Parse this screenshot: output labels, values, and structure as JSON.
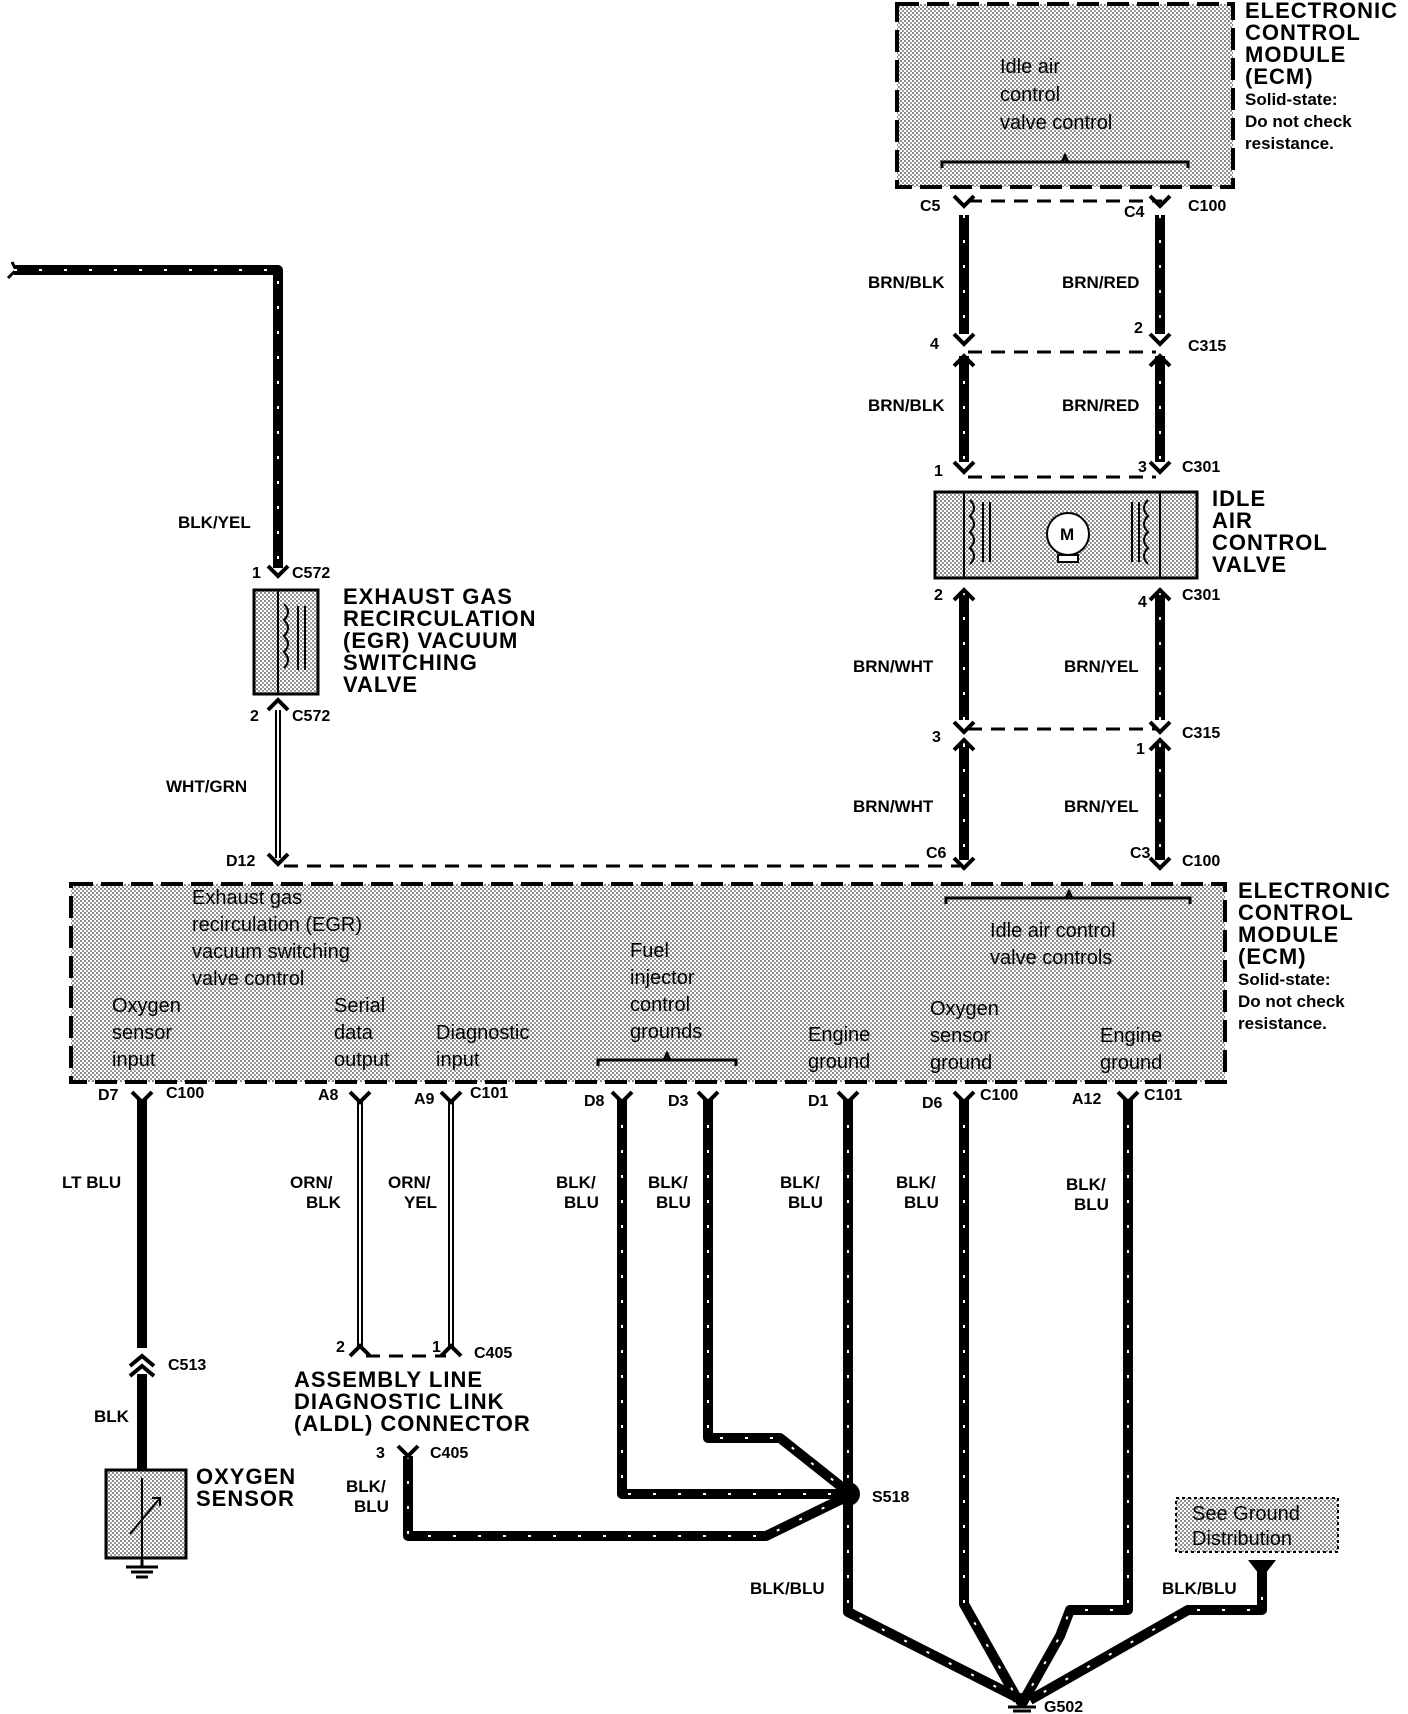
{
  "ecm_top": {
    "title": [
      "ELECTRONIC",
      "CONTROL",
      "MODULE",
      "(ECM)"
    ],
    "note": [
      "Solid-state:",
      "Do not check",
      "resistance."
    ],
    "inner": [
      "Idle air",
      "control",
      "valve control"
    ]
  },
  "ecm_bottom": {
    "title": [
      "ELECTRONIC",
      "CONTROL",
      "MODULE",
      "(ECM)"
    ],
    "note": [
      "Solid-state:",
      "Do not check",
      "resistance."
    ],
    "egr_ctrl": [
      "Exhaust gas",
      "recirculation (EGR)",
      "vacuum switching",
      "valve control"
    ],
    "iac_ctrl": [
      "Idle air control",
      "valve controls"
    ],
    "o2_input": [
      "Oxygen",
      "sensor",
      "input"
    ],
    "serial": [
      "Serial",
      "data",
      "output"
    ],
    "diag": [
      "Diagnostic",
      "input"
    ],
    "fuel_inj": [
      "Fuel",
      "injector",
      "control",
      "grounds"
    ],
    "eng_gnd1": [
      "Engine",
      "ground"
    ],
    "o2_gnd": [
      "Oxygen",
      "sensor",
      "ground"
    ],
    "eng_gnd2": [
      "Engine",
      "ground"
    ]
  },
  "iac_valve": {
    "title": [
      "IDLE",
      "AIR",
      "CONTROL",
      "VALVE"
    ],
    "motor": "M"
  },
  "egr_valve": {
    "title": [
      "EXHAUST GAS",
      "RECIRCULATION",
      "(EGR) VACUUM",
      "SWITCHING",
      "VALVE"
    ]
  },
  "aldl": {
    "title": [
      "ASSEMBLY LINE",
      "DIAGNOSTIC LINK",
      "(ALDL) CONNECTOR"
    ]
  },
  "o2_sensor": {
    "title": [
      "OXYGEN",
      "SENSOR"
    ]
  },
  "see_ground": [
    "See Ground",
    "Distribution"
  ],
  "wires": {
    "brn_blk": "BRN/BLK",
    "brn_red": "BRN/RED",
    "brn_wht": "BRN/WHT",
    "brn_yel": "BRN/YEL",
    "blk_yel": "BLK/YEL",
    "wht_grn": "WHT/GRN",
    "lt_blu": "LT BLU",
    "blk": "BLK",
    "orn_blk": [
      "ORN/",
      "BLK"
    ],
    "orn_yel": [
      "ORN/",
      "YEL"
    ],
    "blk_blu_split": [
      "BLK/",
      "BLU"
    ],
    "blk_blu": "BLK/BLU"
  },
  "connectors": {
    "c5": "C5",
    "c4": "C4",
    "c100": "C100",
    "c315": "C315",
    "c301": "C301",
    "c572": "C572",
    "c6": "C6",
    "c3": "C3",
    "d12": "D12",
    "d7": "D7",
    "a8": "A8",
    "a9": "A9",
    "c101": "C101",
    "d8": "D8",
    "d3": "D3",
    "d1": "D1",
    "d6": "D6",
    "a12": "A12",
    "c513": "C513",
    "c405": "C405",
    "s518": "S518",
    "g502": "G502",
    "p1": "1",
    "p2": "2",
    "p3": "3",
    "p4": "4"
  }
}
